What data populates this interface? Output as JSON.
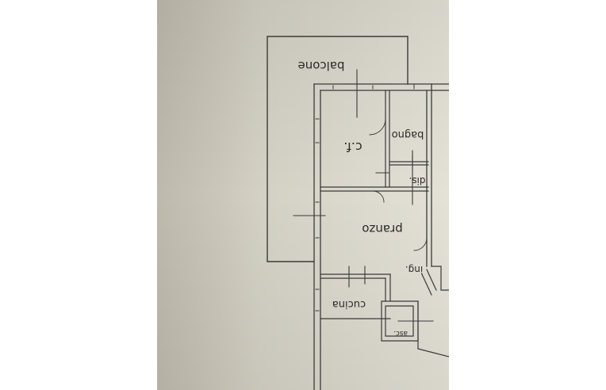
{
  "plan": {
    "rooms": {
      "balcone": "balcone",
      "cf": "c.f.",
      "bagno": "bagno",
      "dis": "dis.",
      "pranzo": "pranzo",
      "cucina": "cucina",
      "ing": "ing.",
      "asc": "asc."
    }
  },
  "colors": {
    "margin": "#ffffff",
    "paper": "#d8d5ca",
    "ink": "#333333"
  }
}
